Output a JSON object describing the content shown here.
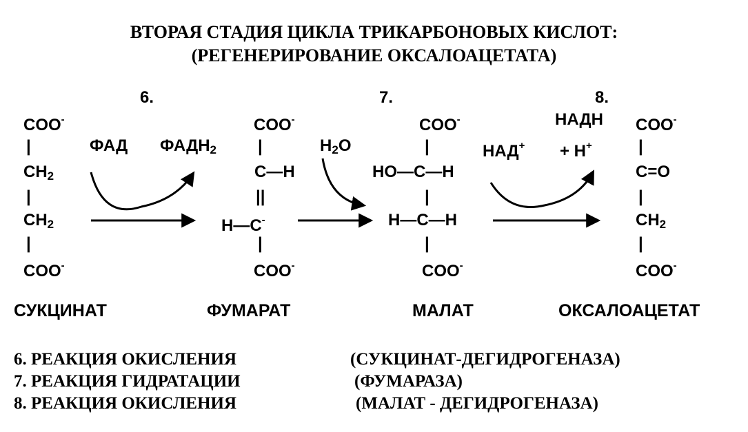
{
  "title": {
    "line1": "ВТОРАЯ СТАДИЯ ЦИКЛА ТРИКАРБОНОВЫХ КИСЛОТ:",
    "line2": "(РЕГЕНЕРИРОВАНИЕ ОКСАЛОАЦЕТАТА)"
  },
  "steps": {
    "s6": "6.",
    "s7": "7.",
    "s8": "8."
  },
  "cofactors": {
    "fad": "ФАД",
    "fadh2_main": "ФАДН",
    "fadh2_sub": "2",
    "water_h": "Н",
    "water_sub": "2",
    "water_o": "О",
    "nad_main": "НАД",
    "nad_sup": "+",
    "nadh": "НАДН",
    "h_plus_main": "+ Н",
    "h_plus_sup": "+"
  },
  "structures": {
    "succinate": {
      "top": "COO",
      "top_charge": "-",
      "bond1": "|",
      "ch2a_main": "CH",
      "ch2a_sub": "2",
      "bond2": "|",
      "ch2b_main": "CH",
      "ch2b_sub": "2",
      "bond3": "|",
      "bottom": "COO",
      "bottom_charge": "-"
    },
    "fumarate": {
      "top": "COO",
      "top_charge": "-",
      "bond1": "|",
      "row1": "C—H",
      "double_bond": "||",
      "row2": "H—C",
      "row2_charge": "-",
      "bond3": "|",
      "bottom": "COO",
      "bottom_charge": "-"
    },
    "malate": {
      "top": "COO",
      "top_charge": "-",
      "bond1": "|",
      "row1": "HO—C—H",
      "bond2": "|",
      "row2": "H—C—H",
      "bond3": "|",
      "bottom": "COO",
      "bottom_charge": "-"
    },
    "oxaloacetate": {
      "top": "COO",
      "top_charge": "-",
      "bond1": "|",
      "row1": "C=O",
      "bond2": "|",
      "row2_main": "CH",
      "row2_sub": "2",
      "bond3": "|",
      "bottom": "COO",
      "bottom_charge": "-"
    }
  },
  "names": {
    "succinate": "СУКЦИНАТ",
    "fumarate": "ФУМАРАТ",
    "malate": "МАЛАТ",
    "oxaloacetate": "ОКСАЛОАЦЕТАТ"
  },
  "legend": [
    {
      "reaction": "6. РЕАКЦИЯ ОКИСЛЕНИЯ",
      "enzyme": "(СУКЦИНАТ-ДЕГИДРОГЕНАЗА)"
    },
    {
      "reaction": "7. РЕАКЦИЯ ГИДРАТАЦИИ",
      "enzyme": "(ФУМАРАЗА)"
    },
    {
      "reaction": "8. РЕАКЦИЯ ОКИСЛЕНИЯ",
      "enzyme": "(МАЛАТ - ДЕГИДРОГЕНАЗА)"
    }
  ]
}
